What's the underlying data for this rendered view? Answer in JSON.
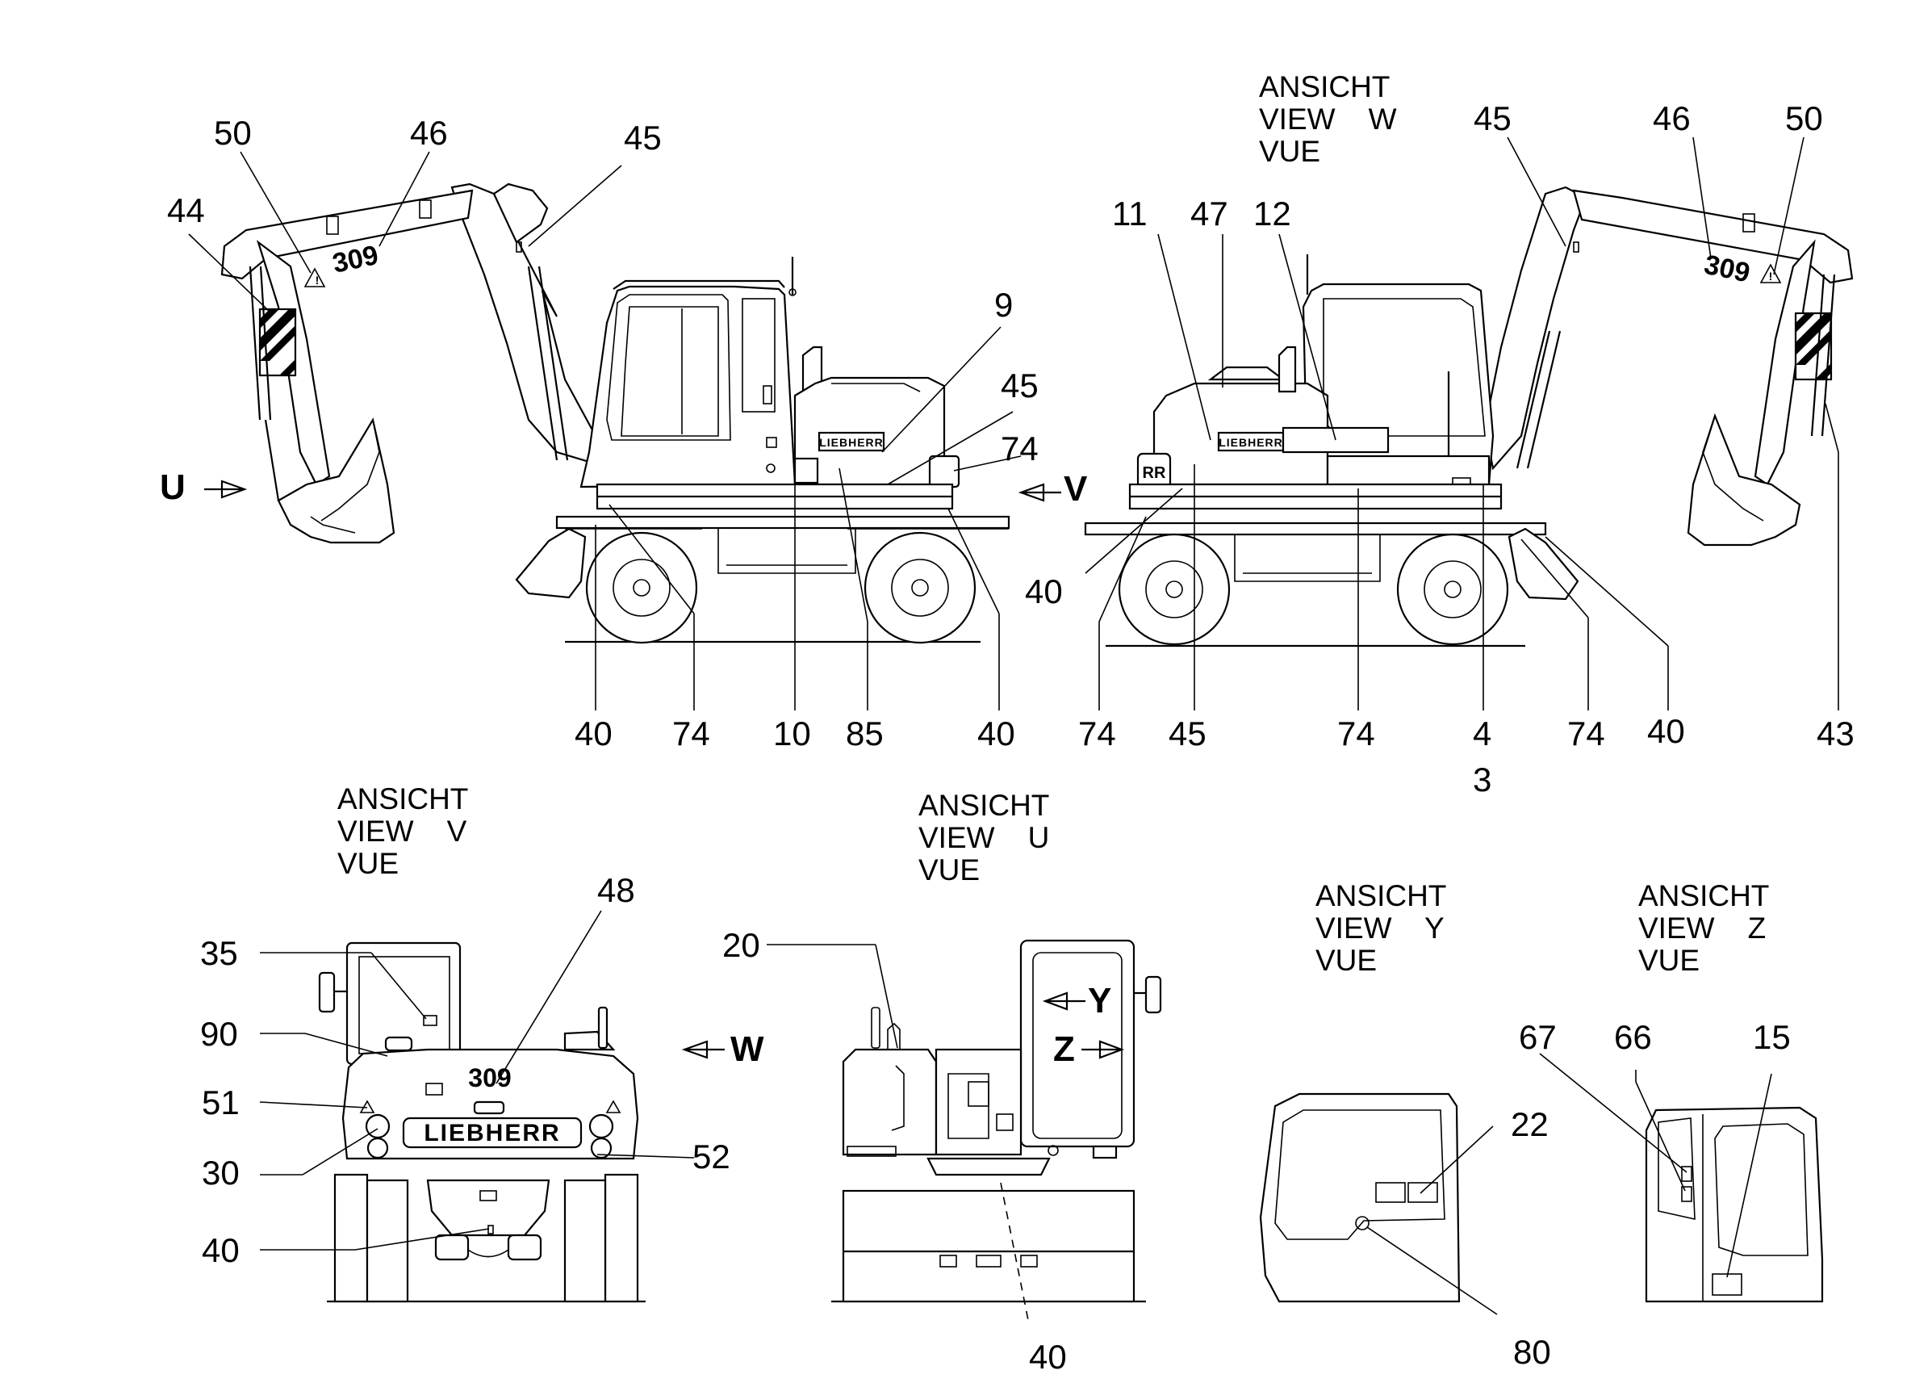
{
  "views": {
    "w": {
      "line1": "ANSICHT",
      "line2": "VIEW    W",
      "line3": "VUE"
    },
    "v": {
      "line1": "ANSICHT",
      "line2": "VIEW    V",
      "line3": "VUE"
    },
    "u": {
      "line1": "ANSICHT",
      "line2": "VIEW    U",
      "line3": "VUE"
    },
    "y": {
      "line1": "ANSICHT",
      "line2": "VIEW    Y",
      "line3": "VUE"
    },
    "z": {
      "line1": "ANSICHT",
      "line2": "VIEW    Z",
      "line3": "VUE"
    }
  },
  "direction_marks": {
    "u": "U",
    "v": "V",
    "w": "W",
    "y": "Y",
    "z": "Z"
  },
  "machine_text": {
    "model": "309",
    "brand": "LIEBHERR",
    "brand_short": "RR"
  },
  "callouts": {
    "left": {
      "c50": "50",
      "c46": "46",
      "c45": "45",
      "c44": "44",
      "c9": "9",
      "c45b": "45",
      "c74": "74",
      "b40a": "40",
      "b74": "74",
      "b10": "10",
      "b85": "85",
      "b40b": "40"
    },
    "right": {
      "c45": "45",
      "c46": "46",
      "c50": "50",
      "c11": "11",
      "c47": "47",
      "c12": "12",
      "c40": "40",
      "b74a": "74",
      "b45": "45",
      "b74b": "74",
      "b4": "4",
      "b3": "3",
      "b74c": "74",
      "b40": "40",
      "b43": "43"
    },
    "v": {
      "c35": "35",
      "c90": "90",
      "c51": "51",
      "c30": "30",
      "c40": "40",
      "c48": "48",
      "c52": "52"
    },
    "u": {
      "c20": "20",
      "c40": "40"
    },
    "y": {
      "c22": "22",
      "c80": "80"
    },
    "z": {
      "c67": "67",
      "c66": "66",
      "c15": "15"
    }
  }
}
